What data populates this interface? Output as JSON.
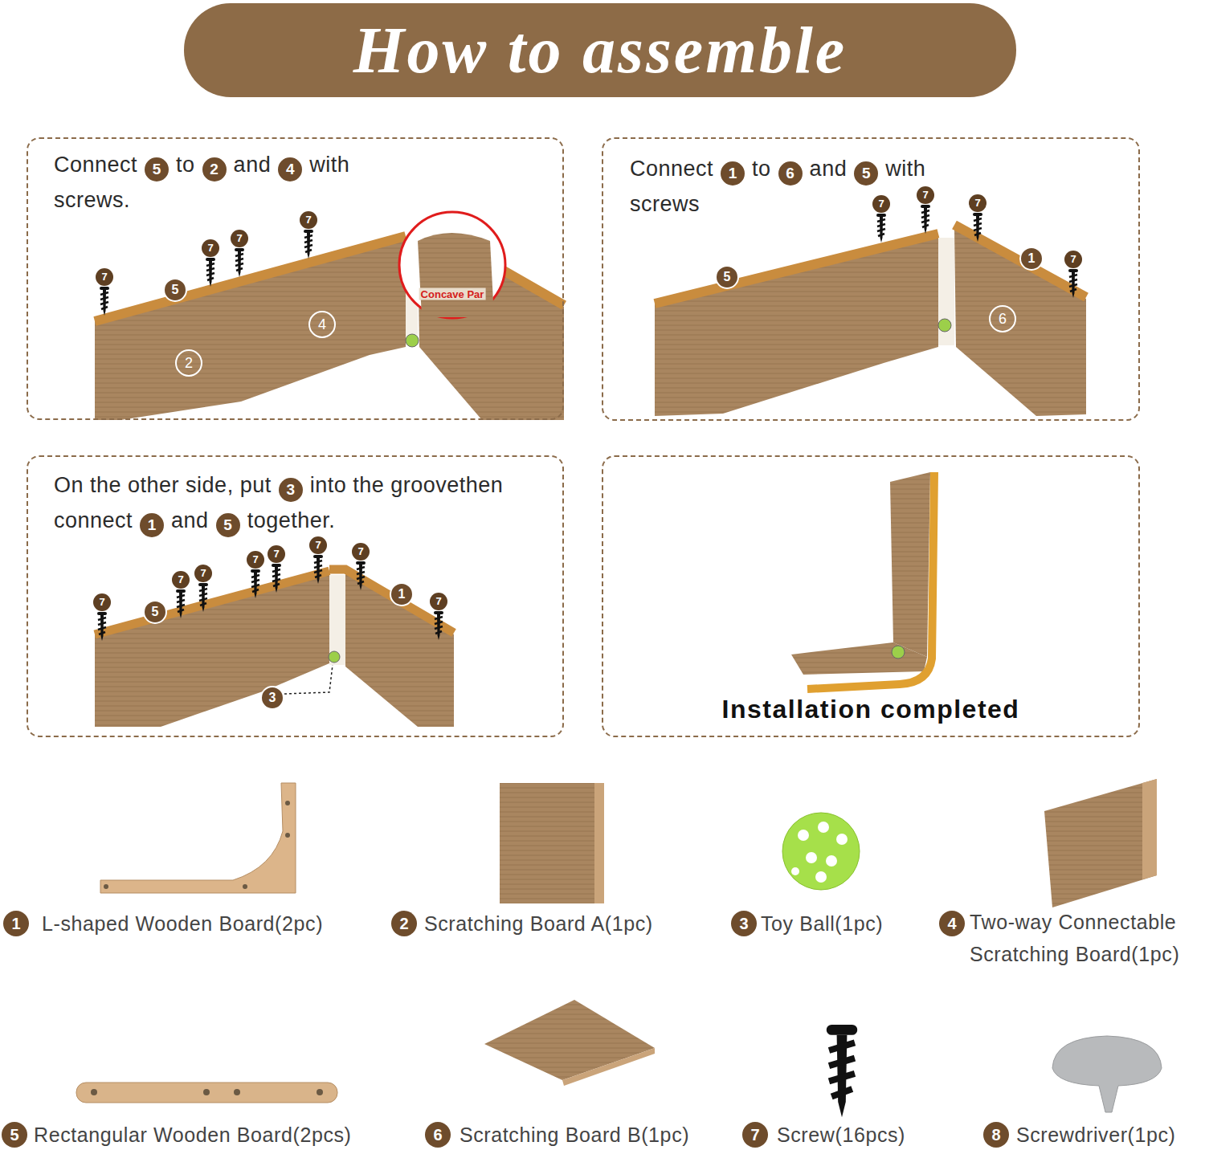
{
  "diagram": {
    "title": "How to assemble",
    "nodes": [
      {
        "text": [
          "Connect",
          "5",
          "to",
          "2",
          "and",
          "4",
          "with screws."
        ]
      },
      {
        "text": [
          "Connect",
          "1",
          "to",
          "6",
          "and",
          "5",
          "with screws"
        ]
      },
      {
        "text": [
          "On the other side, put",
          "3",
          "into the groovethen connect",
          "1",
          "and",
          "5",
          "together."
        ]
      },
      {
        "text": [
          "Installation completed"
        ]
      }
    ],
    "labels": [
      "7",
      "7",
      "7",
      "7",
      "5",
      "4",
      "2",
      "Concave Par",
      "7",
      "7",
      "7",
      "7",
      "5",
      "1",
      "6",
      "7",
      "7",
      "7",
      "7",
      "7",
      "7",
      "7",
      "7",
      "5",
      "1",
      "3",
      "1",
      "L-shaped Wooden Board(2pc)",
      "2",
      "Scratching Board A(1pc)",
      "3",
      "Toy Ball(1pc)",
      "4",
      "Two-way Connectable Scratching Board(1pc)",
      "5",
      "Rectangular Wooden Board(2pcs)",
      "6",
      "Scratching Board B(1pc)",
      "7",
      "Screw(16pcs)",
      "8",
      "Screwdriver(1pc)"
    ]
  }
}
